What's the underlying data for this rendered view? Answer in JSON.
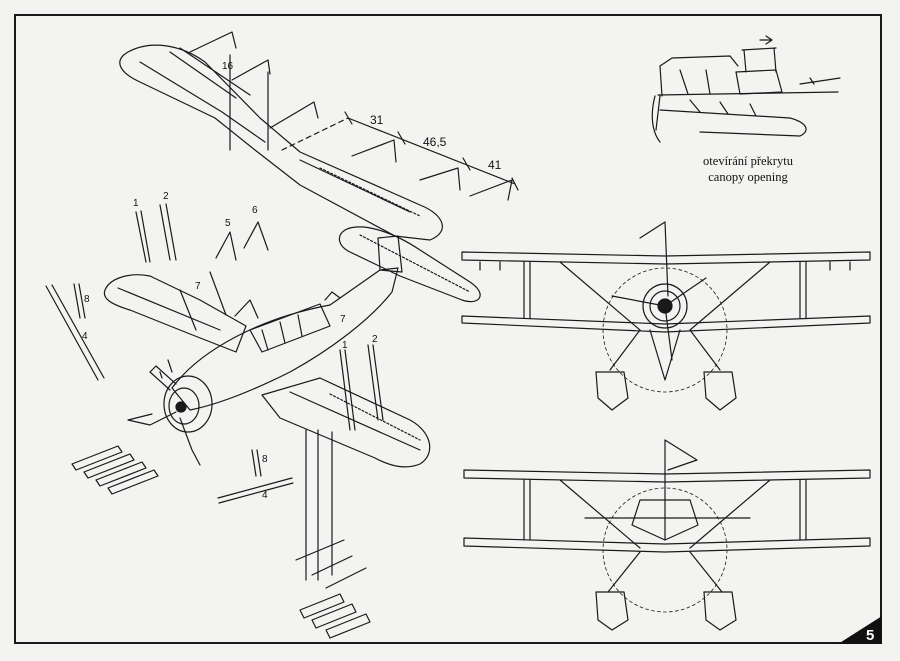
{
  "caption": {
    "line1": "otevírání překrytu",
    "line2": "canopy opening"
  },
  "dimensions": {
    "d1": "31",
    "d2": "46,5",
    "d3": "41"
  },
  "part_numbers": {
    "p16": "16",
    "p1a": "1",
    "p2a": "2",
    "p5": "5",
    "p6": "6",
    "p7a": "7",
    "p7b": "7",
    "p8a": "8",
    "p4a": "4",
    "p1b": "1",
    "p2b": "2",
    "p8b": "8",
    "p4b": "4"
  },
  "page_number": "5",
  "colors": {
    "ink": "#1a1a1a",
    "paper": "#f3f3f1",
    "hatch": "#555555"
  }
}
